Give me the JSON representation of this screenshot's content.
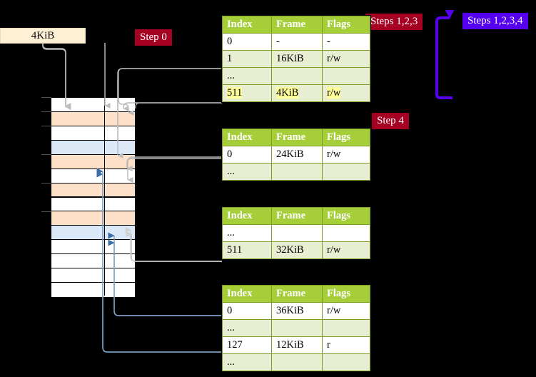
{
  "labels": {
    "kib_box": "4KiB",
    "step0": "Step 0",
    "step4": "Step 4",
    "steps123": "Steps 1,2,3",
    "steps1234": "Steps 1,2,3,4"
  },
  "colors": {
    "badge_crimson": "#a50021",
    "badge_violet": "#5500ee",
    "table_header": "#a6ce39",
    "table_alt_row": "#e8eed2",
    "highlight": "#ffff99",
    "grid_orange": "#fde0c8",
    "grid_blue": "#dbe8f8",
    "kib_box_bg": "#fdf0d5",
    "background": "#000000",
    "wire_gray": "#b8b8b8",
    "wire_blue": "#7c9ec4"
  },
  "tables": [
    {
      "name": "page-table-1",
      "headers": [
        "Index",
        "Frame",
        "Flags"
      ],
      "rows": [
        {
          "index": "0",
          "frame": "-",
          "flags": "-",
          "alt": false,
          "highlight": false
        },
        {
          "index": "1",
          "frame": "16KiB",
          "flags": "r/w",
          "alt": true,
          "highlight": false
        },
        {
          "index": "...",
          "frame": "",
          "flags": "",
          "alt": true,
          "highlight": false
        },
        {
          "index": "511",
          "frame": "4KiB",
          "flags": "r/w",
          "alt": true,
          "highlight": true
        }
      ]
    },
    {
      "name": "page-table-2",
      "headers": [
        "Index",
        "Frame",
        "Flags"
      ],
      "rows": [
        {
          "index": "0",
          "frame": "24KiB",
          "flags": "r/w",
          "alt": false,
          "highlight": false
        },
        {
          "index": "...",
          "frame": "",
          "flags": "",
          "alt": true,
          "highlight": false
        }
      ]
    },
    {
      "name": "page-table-3",
      "headers": [
        "Index",
        "Frame",
        "Flags"
      ],
      "rows": [
        {
          "index": "...",
          "frame": "",
          "flags": "",
          "alt": false,
          "highlight": false
        },
        {
          "index": "511",
          "frame": "32KiB",
          "flags": "r/w",
          "alt": true,
          "highlight": false
        }
      ]
    },
    {
      "name": "page-table-4",
      "headers": [
        "Index",
        "Frame",
        "Flags"
      ],
      "rows": [
        {
          "index": "0",
          "frame": "36KiB",
          "flags": "r/w",
          "alt": false,
          "highlight": false
        },
        {
          "index": "...",
          "frame": "",
          "flags": "",
          "alt": true,
          "highlight": false
        },
        {
          "index": "127",
          "frame": "12KiB",
          "flags": "r",
          "alt": false,
          "highlight": false
        },
        {
          "index": "...",
          "frame": "",
          "flags": "",
          "alt": true,
          "highlight": false
        }
      ]
    }
  ],
  "memory_grid": {
    "name": "physical-memory-frames",
    "rows": [
      {
        "fill": "white"
      },
      {
        "fill": "orange"
      },
      {
        "fill": "white"
      },
      {
        "fill": "blue"
      },
      {
        "fill": "orange"
      },
      {
        "fill": "white"
      },
      {
        "fill": "orange"
      },
      {
        "fill": "white"
      },
      {
        "fill": "orange"
      },
      {
        "fill": "blue"
      },
      {
        "fill": "white"
      },
      {
        "fill": "white"
      },
      {
        "fill": "white"
      },
      {
        "fill": "white"
      }
    ]
  }
}
